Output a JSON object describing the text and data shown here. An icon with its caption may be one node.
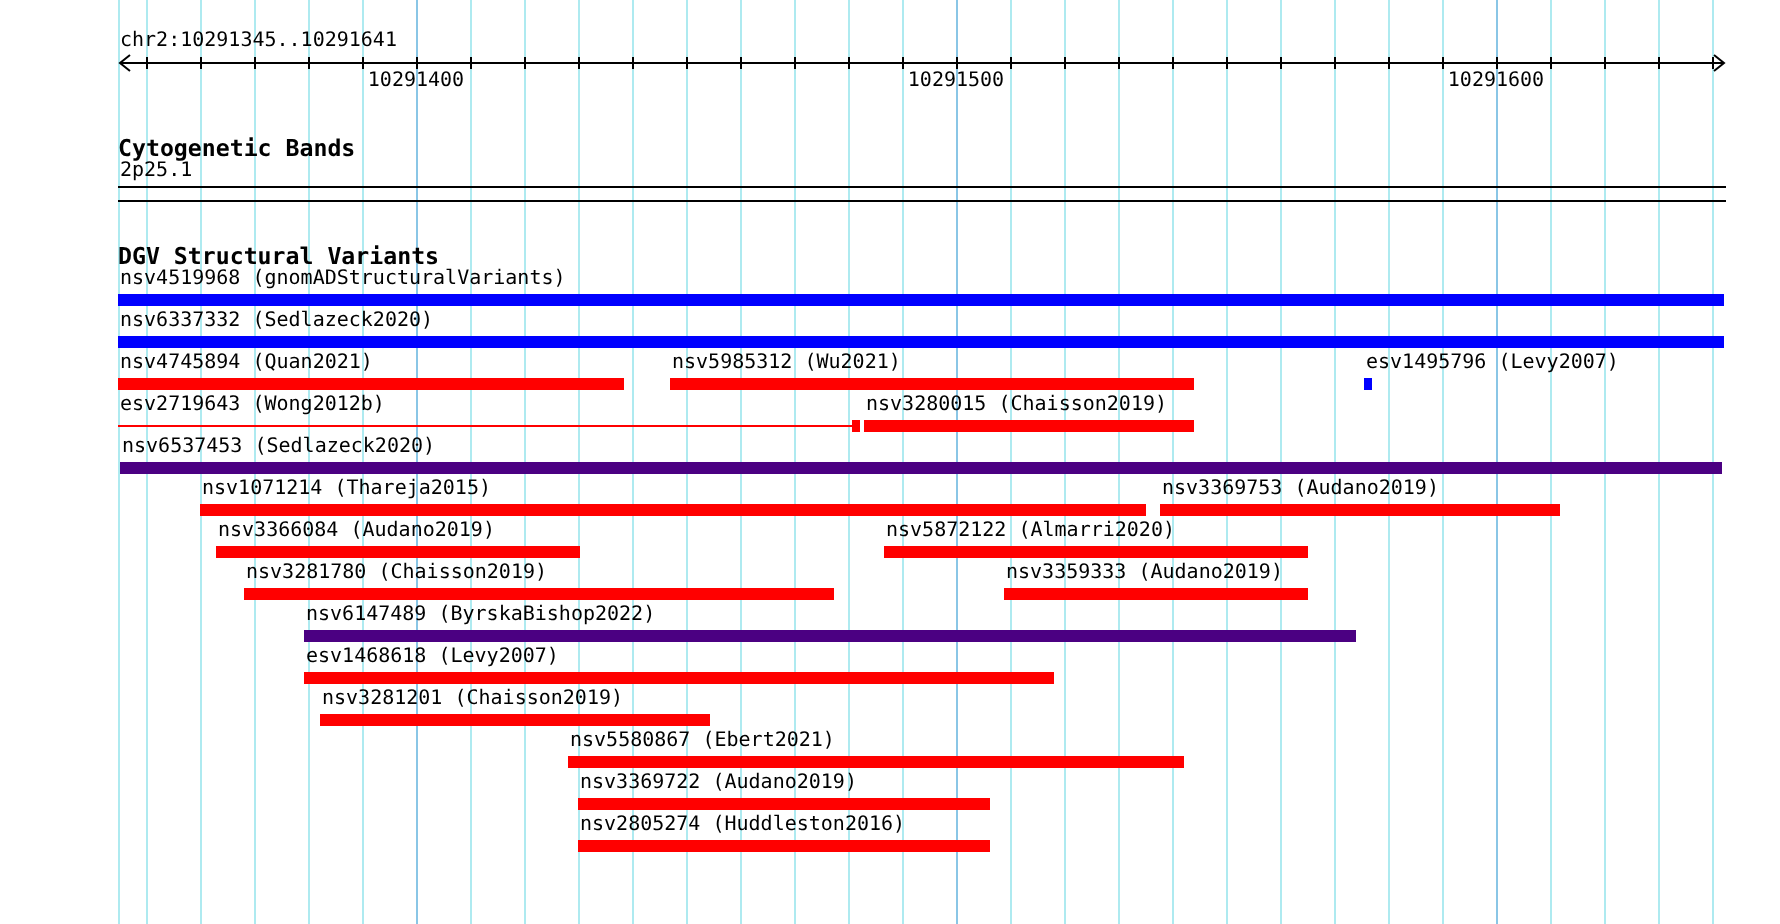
{
  "diagram": {
    "nodes": [
      {
        "text": [
          "2p25.1"
        ]
      },
      {
        "text": [
          "nsv4519968 (gnomADStructuralVariants)"
        ]
      },
      {
        "text": [
          "nsv6337332 (Sedlazeck2020)"
        ]
      },
      {
        "text": [
          "nsv4745894 (Quan2021)"
        ]
      },
      {
        "text": [
          "nsv5985312 (Wu2021)"
        ]
      },
      {
        "text": [
          "esv1495796 (Levy2007)"
        ]
      },
      {
        "text": [
          "esv2719643 (Wong2012b)"
        ]
      },
      {
        "text": [
          "nsv3280015 (Chaisson2019)"
        ]
      },
      {
        "text": [
          "nsv6537453 (Sedlazeck2020)"
        ]
      },
      {
        "text": [
          "nsv1071214 (Thareja2015)"
        ]
      },
      {
        "text": [
          "nsv3369753 (Audano2019)"
        ]
      },
      {
        "text": [
          "nsv3366084 (Audano2019)"
        ]
      },
      {
        "text": [
          "nsv5872122 (Almarri2020)"
        ]
      },
      {
        "text": [
          "nsv3281780 (Chaisson2019)"
        ]
      },
      {
        "text": [
          "nsv3359333 (Audano2019)"
        ]
      },
      {
        "text": [
          "nsv6147489 (ByrskaBishop2022)"
        ]
      },
      {
        "text": [
          "esv1468618 (Levy2007)"
        ]
      },
      {
        "text": [
          "nsv3281201 (Chaisson2019)"
        ]
      },
      {
        "text": [
          "nsv5580867 (Ebert2021)"
        ]
      },
      {
        "text": [
          "nsv3369722 (Audano2019)"
        ]
      },
      {
        "text": [
          "nsv2805274 (Huddleston2016)"
        ]
      }
    ],
    "labels": [
      "chr2:10291345..10291641",
      "10291400",
      "10291500",
      "10291600",
      "Cytogenetic Bands",
      "DGV Structural Variants"
    ]
  }
}
